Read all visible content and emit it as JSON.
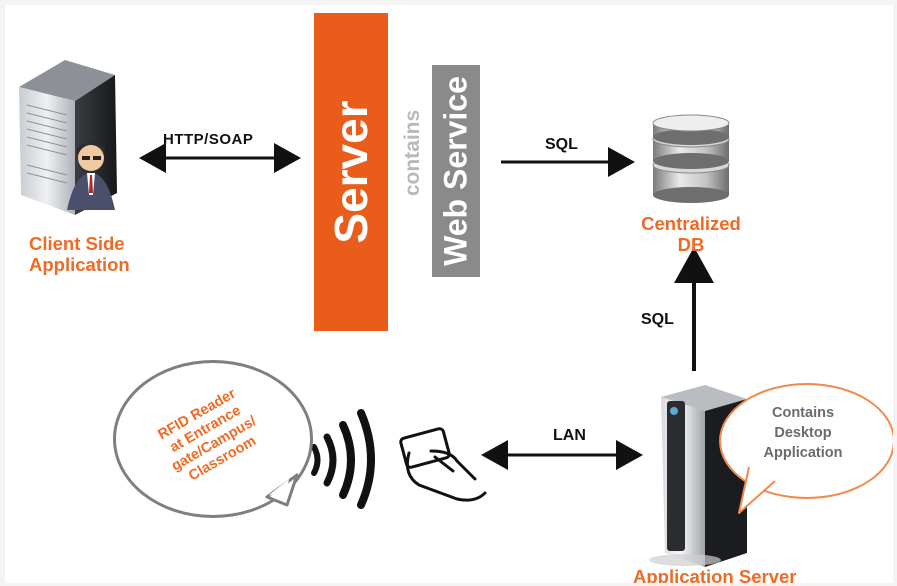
{
  "nodes": {
    "client": {
      "label_line1": "Client Side",
      "label_line2": "Application"
    },
    "server": {
      "label": "Server",
      "contains": "contains",
      "web_service": "Web Service"
    },
    "db": {
      "label_line1": "Centralized",
      "label_line2": "DB"
    },
    "rfid": {
      "lines": [
        "RFID  Reader",
        "at Entrance",
        "gate/Campus/",
        "Classroom"
      ]
    },
    "app_server": {
      "label": "Application Server",
      "bubble_lines": [
        "Contains",
        "Desktop",
        "Application"
      ]
    }
  },
  "edges": {
    "client_server": "HTTP/SOAP",
    "webservice_db": "SQL",
    "appserver_db": "SQL",
    "rfid_appserver": "LAN"
  },
  "colors": {
    "accent": "#e95c19",
    "label_orange": "#f06a24",
    "web_service_grey": "#8a8a8a"
  }
}
